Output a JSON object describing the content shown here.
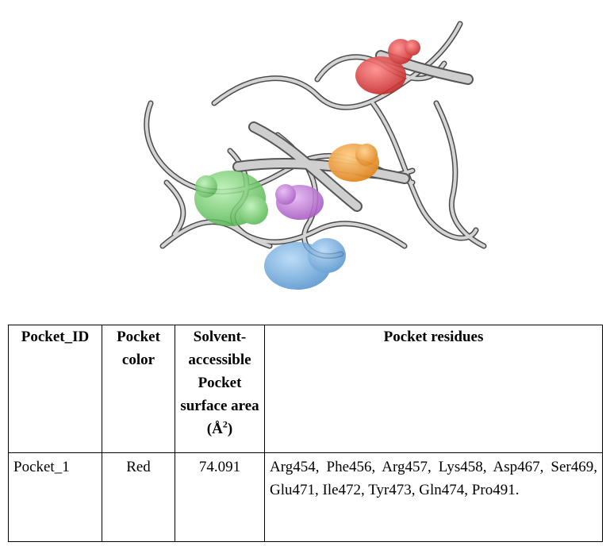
{
  "table": {
    "headers": {
      "pocket_id": "Pocket_ID",
      "pocket_color": "Pocket color",
      "surface_area": "Solvent-accessible Pocket surface area (Å",
      "surface_area_sup": "2",
      "surface_area_close": ")",
      "pocket_residues": "Pocket residues"
    },
    "rows": [
      {
        "pocket_id": "Pocket_1",
        "pocket_color": "Red",
        "surface_area": "74.091",
        "pocket_residues": "Arg454, Phe456, Arg457, Lys458, Asp467, Ser469, Glu471, Ile472, Tyr473, Gln474, Pro491."
      }
    ]
  },
  "figure": {
    "pocket_colors": {
      "red": "#e03b3b",
      "orange": "#f39a2a",
      "green": "#6fcf6a",
      "purple": "#c07ad6",
      "blue": "#5c9fdc"
    },
    "ribbon_color": "#b9b9b9"
  }
}
